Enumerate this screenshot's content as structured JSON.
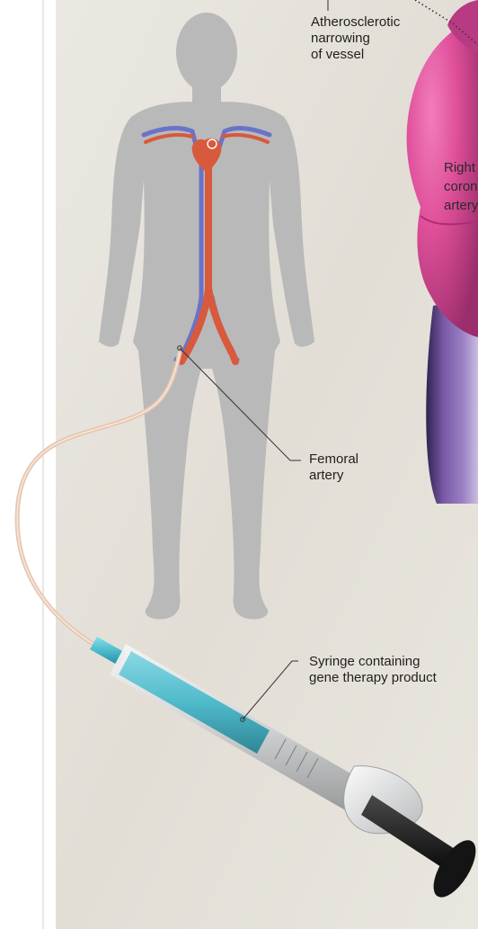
{
  "labels": {
    "atherosclerotic": {
      "lines": [
        "Atherosclerotic",
        "narrowing",
        "of vessel"
      ]
    },
    "right_coronary": {
      "lines": [
        "Right",
        "coron",
        "artery"
      ]
    },
    "femoral": {
      "lines": [
        "Femoral",
        "artery"
      ]
    },
    "syringe": {
      "lines": [
        "Syringe containing",
        "gene therapy product"
      ]
    }
  },
  "colors": {
    "background": "#e4e0d8",
    "body_silhouette": "#b9b9b9",
    "artery": "#d8593c",
    "vein": "#6b73c9",
    "heart": "#df4f9a",
    "catheter": "#e6c6b0",
    "syringe_fluid": "#3fb6c8",
    "plunger": "#1e1e1e"
  }
}
